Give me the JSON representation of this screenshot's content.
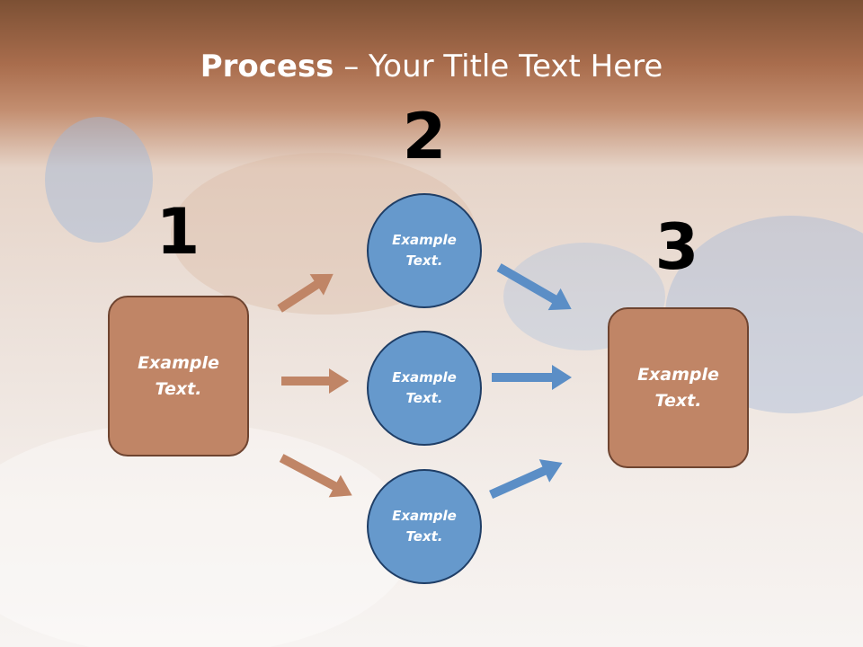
{
  "title": {
    "bold": "Process",
    "rest": " – Your Title Text Here"
  },
  "steps": [
    {
      "number": "1",
      "label": "Example Text."
    },
    {
      "number": "2",
      "items": [
        {
          "label": "Example Text."
        },
        {
          "label": "Example Text."
        },
        {
          "label": "Example Text."
        }
      ]
    },
    {
      "number": "3",
      "label": "Example Text."
    }
  ],
  "colors": {
    "box": "#c08566",
    "box_border": "#6e4430",
    "circle": "#6699cc",
    "circle_border": "#1f3e66",
    "arrow_brown": "#c08566",
    "arrow_blue": "#5b8ec6"
  }
}
